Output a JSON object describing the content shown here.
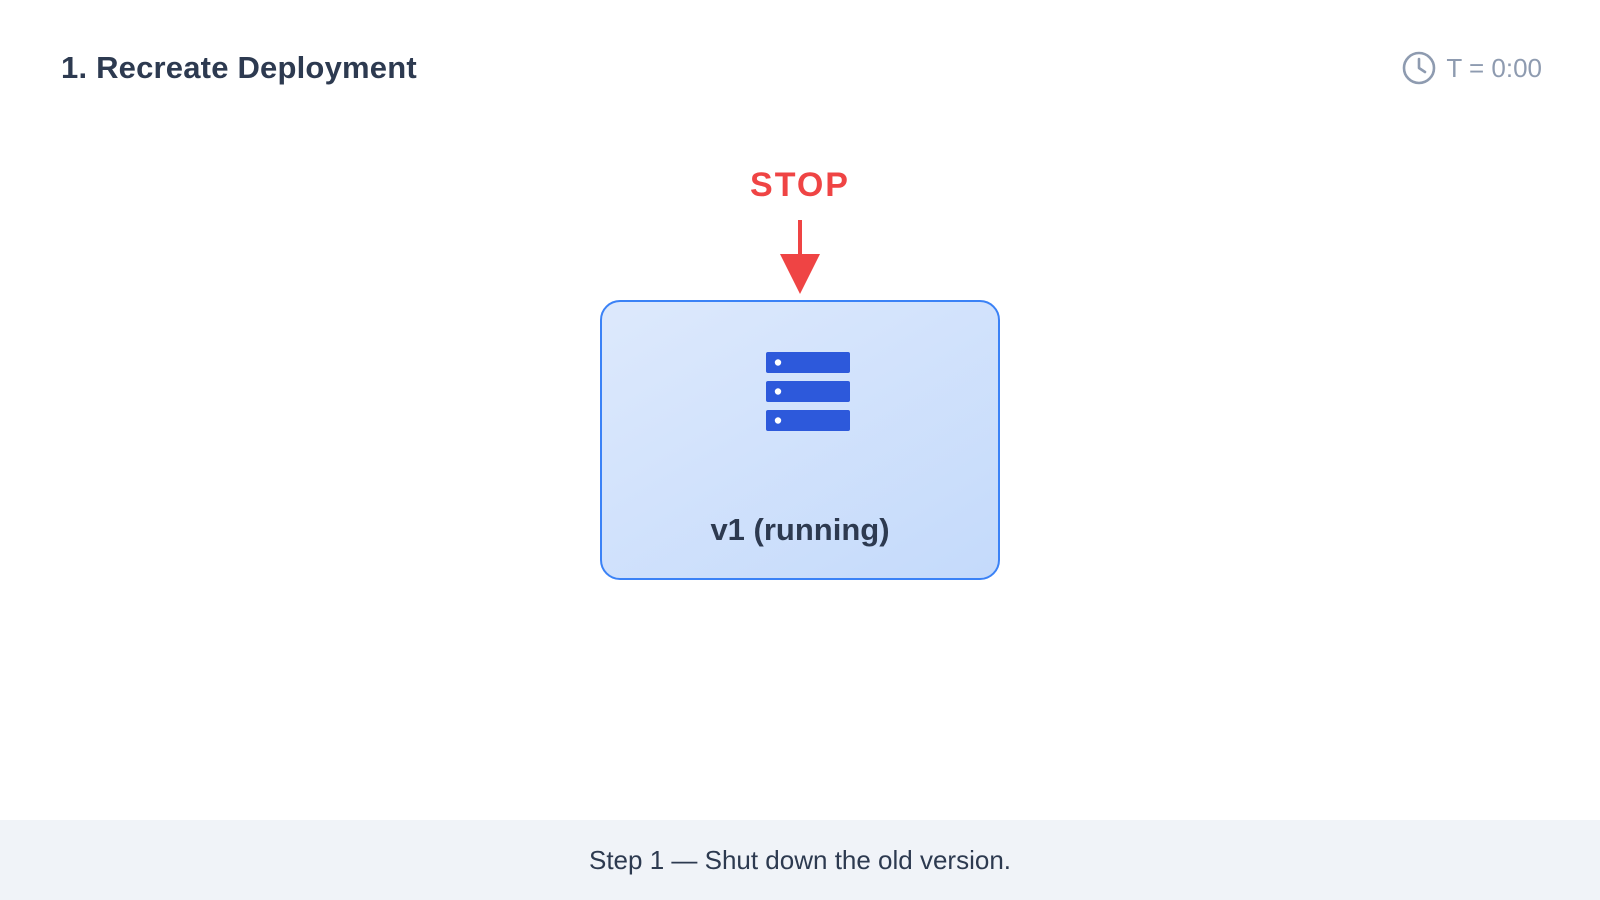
{
  "header": {
    "title": "1. Recreate Deployment",
    "timer_label": "T = 0:00",
    "timer_icon": "clock-icon"
  },
  "diagram": {
    "stop_label": "STOP",
    "stop_color": "#ef4444",
    "server": {
      "label": "v1 (running)",
      "icon": "server-icon",
      "border_color": "#3b82f6",
      "icon_color": "#2d59db"
    }
  },
  "footer": {
    "caption": "Step 1 — Shut down the old version."
  }
}
